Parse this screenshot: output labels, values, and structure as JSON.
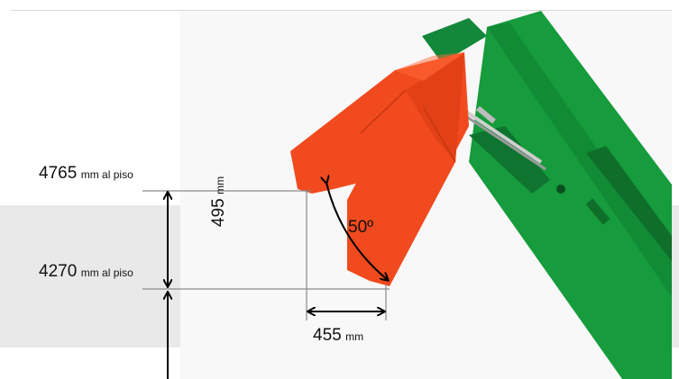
{
  "dimensions": {
    "level_top": {
      "value": "4765",
      "suffix": "mm al piso"
    },
    "level_bottom": {
      "value": "4270",
      "suffix": "mm al piso"
    },
    "vertical_offset": {
      "value": "495",
      "unit": "mm"
    },
    "horizontal_offset": {
      "value": "455",
      "unit": "mm"
    },
    "angle": "50º"
  },
  "colors": {
    "spout": "#f24a1f",
    "spout_shade": "#d63a12",
    "tube": "#159a3c",
    "tube_dark": "#0d6f2a",
    "dimension_line": "#000000",
    "background_band": "#e9e9e9"
  }
}
